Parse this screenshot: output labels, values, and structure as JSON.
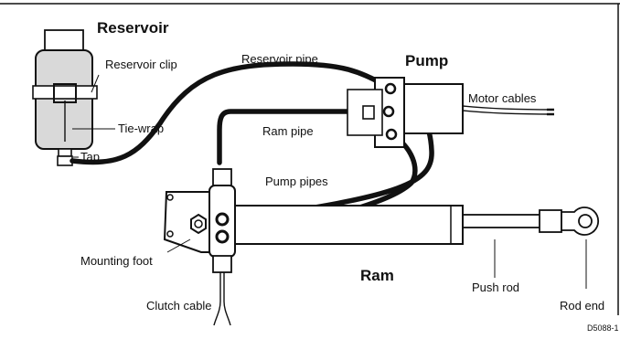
{
  "title_labels": {
    "reservoir": "Reservoir",
    "pump": "Pump",
    "ram": "Ram"
  },
  "labels": {
    "reservoir_clip": "Reservoir clip",
    "tie_wrap": "Tie-wrap",
    "tap": "Tap",
    "reservoir_pipe": "Reservoir pipe",
    "motor_cables": "Motor cables",
    "ram_pipe": "Ram pipe",
    "pump_pipes": "Pump pipes",
    "mounting_foot": "Mounting foot",
    "clutch_cable": "Clutch cable",
    "push_rod": "Push rod",
    "rod_end": "Rod end"
  },
  "figure_code": "D5088-1",
  "colors": {
    "pipe": "#111111",
    "reservoir_fill": "#d9d9d9",
    "line": "#111111",
    "paper": "#ffffff"
  }
}
